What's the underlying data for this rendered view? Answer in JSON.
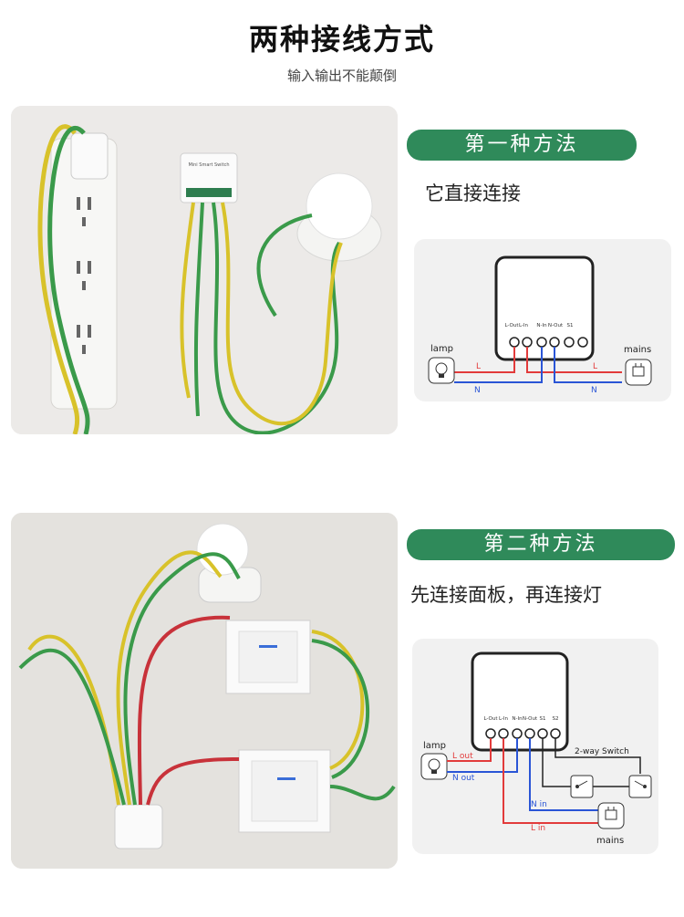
{
  "header": {
    "title": "两种接线方式",
    "subtitle": "输入输出不能颠倒"
  },
  "method1": {
    "badge": "第一种方法",
    "description": "它直接连接",
    "photo": {
      "device_label": "Mini Smart Switch"
    },
    "diagram": {
      "terminals": [
        "L-Out",
        "L-In",
        "N-In",
        "N-Out",
        "S1"
      ],
      "lamp_label": "lamp",
      "mains_label": "mains",
      "wire_l_left": "L",
      "wire_l_right": "L",
      "wire_n_left": "N",
      "wire_n_right": "N"
    }
  },
  "method2": {
    "badge": "第二种方法",
    "description": "先连接面板，再连接灯",
    "diagram": {
      "terminals": [
        "L-Out",
        "L-In",
        "N-In",
        "N-Out",
        "S1",
        "S2"
      ],
      "lamp_label": "lamp",
      "mains_label": "mains",
      "wire_l_out": "L out",
      "wire_n_out": "N out",
      "wire_n_in": "N in",
      "wire_l_in": "L in",
      "switch_label": "2-way Switch"
    }
  },
  "colors": {
    "accent_green": "#2f8a5a",
    "wire_red": "#e23b3b",
    "wire_blue": "#2a55d6",
    "wire_green": "#3a9a4a",
    "wire_yellow": "#d8c22a"
  }
}
